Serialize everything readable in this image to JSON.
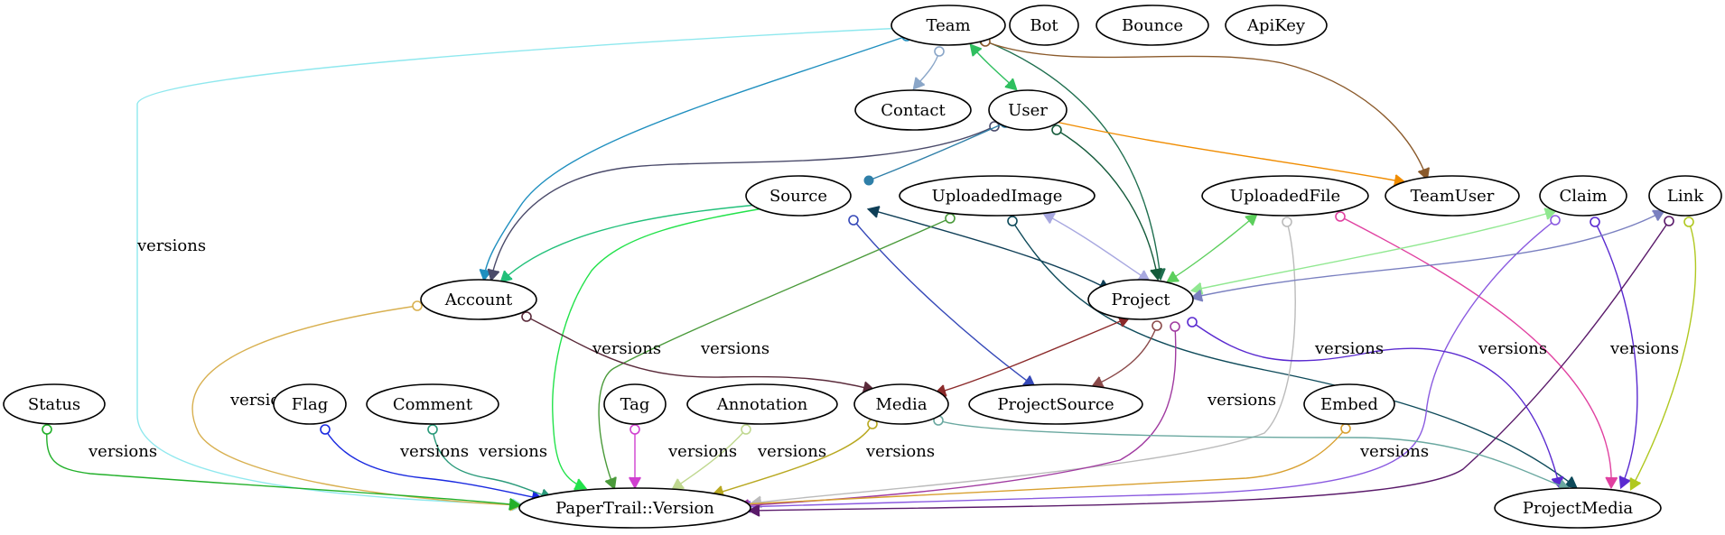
{
  "nodes": {
    "team": "Team",
    "bot": "Bot",
    "bounce": "Bounce",
    "apikey": "ApiKey",
    "contact": "Contact",
    "user": "User",
    "source": "Source",
    "uploaded_image": "UploadedImage",
    "uploaded_file": "UploadedFile",
    "team_user": "TeamUser",
    "claim": "Claim",
    "link": "Link",
    "account": "Account",
    "project": "Project",
    "status": "Status",
    "flag": "Flag",
    "comment": "Comment",
    "tag": "Tag",
    "annotation": "Annotation",
    "media": "Media",
    "project_source": "ProjectSource",
    "embed": "Embed",
    "paper_trail_version": "PaperTrail::Version",
    "project_media": "ProjectMedia"
  },
  "edge_label": "versions",
  "colors": {
    "team_versions": "#8fe8ee",
    "team_account": "#1f8fbf",
    "team_contact": "#8aa6c8",
    "team_user": "#2fbf5f",
    "team_project": "#1f6f4f",
    "team_teamuser": "#8b5a2b",
    "user_account": "#4a4a6a",
    "user_source": "#2f7fa8",
    "user_project": "#145a3a",
    "user_teamuser": "#f08c00",
    "source_account": "#22c07a",
    "source_version": "#22e24a",
    "source_projectsource": "#3548b8",
    "source_project": "#0f3f57",
    "uploadedimage_version": "#4a9a3a",
    "uploadedimage_projectmedia": "#0e4a5a",
    "uploadedimage_project": "#a8a8e0",
    "uploadedfile_project": "#5ccf5c",
    "uploadedfile_version": "#bbbbbb",
    "uploadedfile_projectmedia": "#e040a0",
    "claim_project": "#90e890",
    "claim_version": "#8a5ae0",
    "claim_projectmedia": "#5a2ad0",
    "link_project": "#7a80c0",
    "link_version": "#5a1a6a",
    "link_projectmedia": "#b0c820",
    "account_version": "#d8b050",
    "account_media": "#5a2a3a",
    "project_media": "#8b2a2a",
    "project_projectsource": "#8b4a4a",
    "project_version": "#a03aa0",
    "project_projectmedia": "#5a2ad0",
    "status_version": "#22b02a",
    "flag_version": "#1a2ae0",
    "comment_version": "#2a9a7a",
    "tag_version": "#d040d0",
    "annotation_version": "#c0d890",
    "media_version": "#b8a820",
    "media_projectmedia": "#6aa8a0",
    "embed_version": "#d8a030"
  }
}
